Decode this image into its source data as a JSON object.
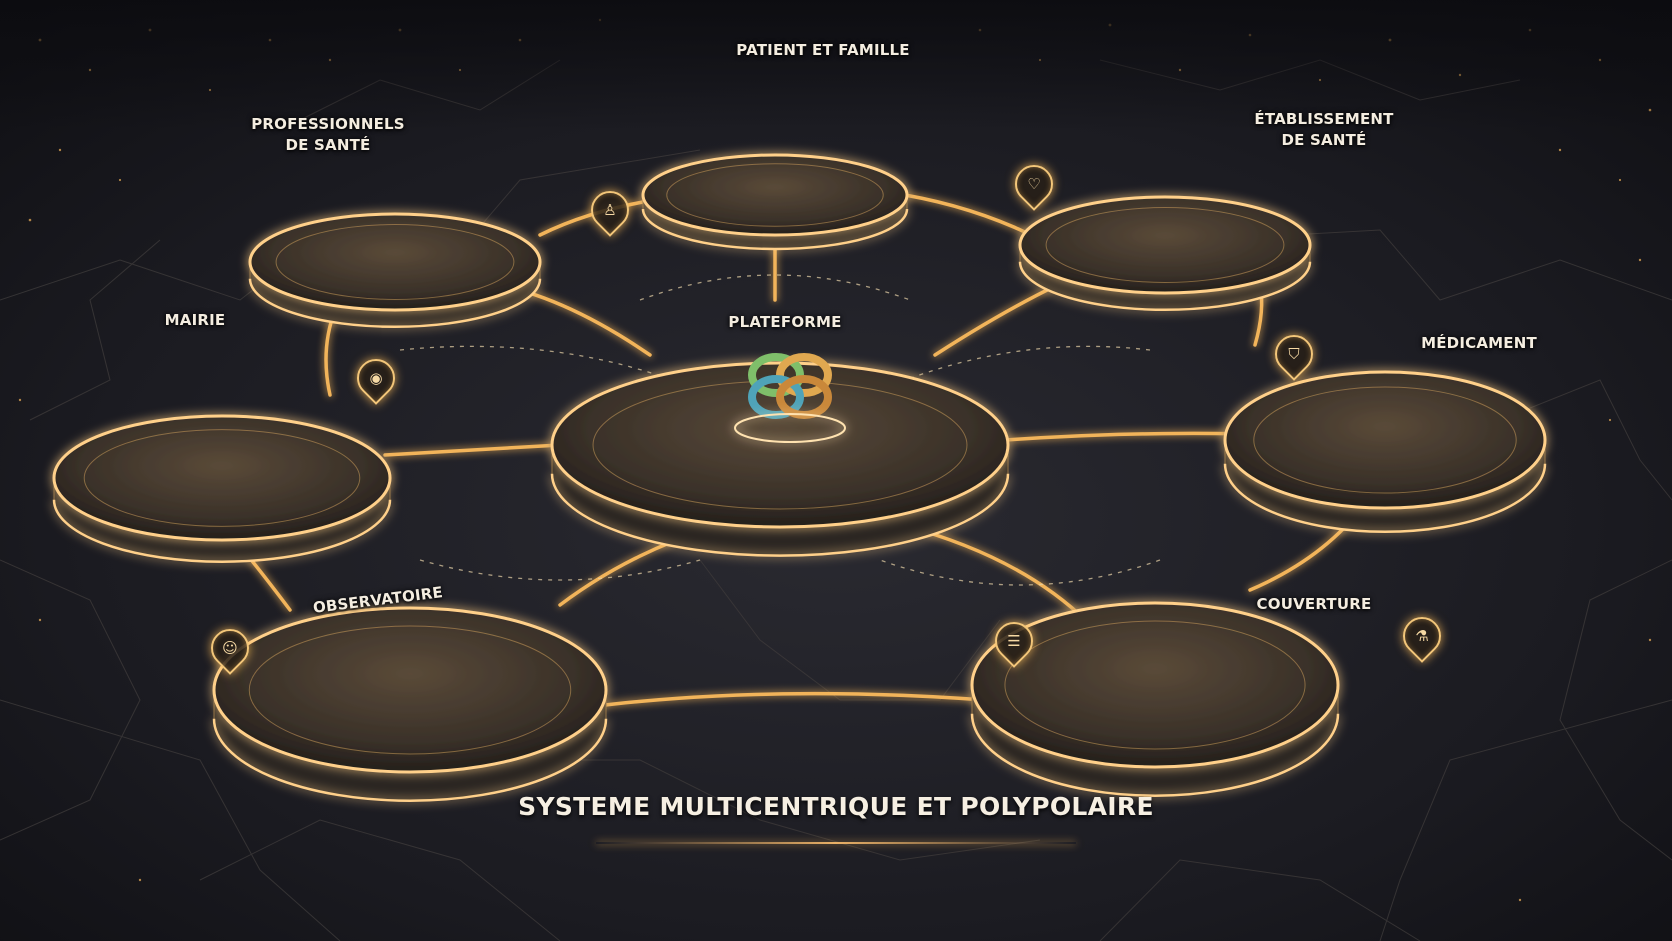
{
  "title": "SYSTEME MULTICENTRIQUE ET POLYPOLAIRE",
  "colors": {
    "background": "#17161b",
    "glow": "#f2b45a",
    "ring": "#ffd08a",
    "label": "#f4ede0"
  },
  "nodes": {
    "patient": {
      "line1": "PATIENT ET FAMILLE"
    },
    "professionnels": {
      "line1": "PROFESSIONNELS",
      "line2": "DE SANTÉ"
    },
    "etablissement": {
      "line1": "ÉTABLISSEMENT",
      "line2": "DE SANTÉ"
    },
    "mairie": {
      "line1": "MAIRIE"
    },
    "plateforme": {
      "line1": "PLATEFORME"
    },
    "medicament": {
      "line1": "MÉDICAMENT"
    },
    "observatoire": {
      "line1": "OBSERVATOIRE"
    },
    "couverture": {
      "line1": "COUVERTURE"
    }
  },
  "pins": [
    {
      "name": "user-pin-icon",
      "glyph": "♙"
    },
    {
      "name": "heart-pin-icon",
      "glyph": "♡"
    },
    {
      "name": "location-pin-icon",
      "glyph": "◉"
    },
    {
      "name": "shield-pin-icon",
      "glyph": "⛉"
    },
    {
      "name": "patient-card-pin-icon",
      "glyph": "☺"
    },
    {
      "name": "clipboard-pin-icon",
      "glyph": "☰"
    },
    {
      "name": "medicine-pin-icon",
      "glyph": "⚗"
    }
  ]
}
